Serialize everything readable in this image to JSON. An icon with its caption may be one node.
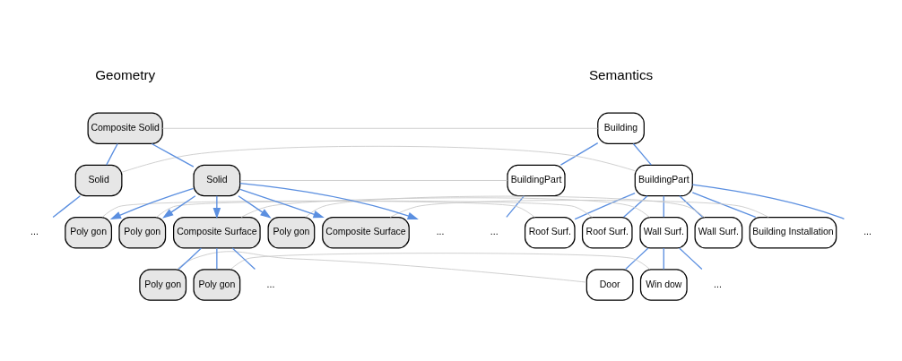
{
  "diagram": {
    "nodes": [
      {
        "text": [
          "Building"
        ]
      },
      {
        "text": [
          "BuildingPart"
        ]
      },
      {
        "text": [
          "BuildingPart"
        ]
      },
      {
        "text": [
          "Roof Surf."
        ]
      },
      {
        "text": [
          "Roof Surf."
        ]
      },
      {
        "text": [
          "Wall Surf."
        ]
      },
      {
        "text": [
          "Wall Surf."
        ]
      },
      {
        "text": [
          "Building Installation"
        ]
      },
      {
        "text": [
          "Door"
        ]
      },
      {
        "text": [
          "Win dow"
        ]
      },
      {
        "text": [
          "Composite Solid"
        ]
      },
      {
        "text": [
          "Solid"
        ]
      },
      {
        "text": [
          "Solid"
        ]
      },
      {
        "text": [
          "Poly gon"
        ]
      },
      {
        "text": [
          "Poly gon"
        ]
      },
      {
        "text": [
          "Composite Surface"
        ]
      },
      {
        "text": [
          "Poly gon"
        ]
      },
      {
        "text": [
          "Composite Surface"
        ]
      },
      {
        "text": [
          "Poly gon"
        ]
      },
      {
        "text": [
          "Poly gon"
        ]
      },
      {
        "text": [
          "..."
        ]
      },
      {
        "text": [
          "..."
        ]
      },
      {
        "text": [
          "..."
        ]
      },
      {
        "text": [
          "..."
        ]
      },
      {
        "text": [
          "..."
        ]
      },
      {
        "text": [
          "..."
        ]
      }
    ],
    "edges": [
      {
        "from": 0,
        "to": 1,
        "arrow": "none"
      },
      {
        "from": 0,
        "to": 2,
        "arrow": "none"
      },
      {
        "from": 1,
        "to": 20,
        "arrow": "none"
      },
      {
        "from": 2,
        "to": 3,
        "arrow": "none"
      },
      {
        "from": 2,
        "to": 4,
        "arrow": "none"
      },
      {
        "from": 2,
        "to": 5,
        "arrow": "none"
      },
      {
        "from": 2,
        "to": 6,
        "arrow": "none"
      },
      {
        "from": 2,
        "to": 7,
        "arrow": "none"
      },
      {
        "from": 2,
        "to": 21,
        "arrow": "none"
      },
      {
        "from": 5,
        "to": 8,
        "arrow": "none"
      },
      {
        "from": 5,
        "to": 9,
        "arrow": "none"
      },
      {
        "from": 5,
        "to": 22,
        "arrow": "none"
      },
      {
        "from": 10,
        "to": 11,
        "arrow": "none"
      },
      {
        "from": 10,
        "to": 12,
        "arrow": "none"
      },
      {
        "from": 11,
        "to": 23,
        "arrow": "none"
      },
      {
        "from": 12,
        "to": 13,
        "arrow": "to"
      },
      {
        "from": 12,
        "to": 14,
        "arrow": "to"
      },
      {
        "from": 12,
        "to": 15,
        "arrow": "to"
      },
      {
        "from": 12,
        "to": 16,
        "arrow": "to"
      },
      {
        "from": 12,
        "to": 17,
        "arrow": "to"
      },
      {
        "from": 12,
        "to": 24,
        "arrow": "to"
      },
      {
        "from": 15,
        "to": 18,
        "arrow": "none"
      },
      {
        "from": 15,
        "to": 19,
        "arrow": "none"
      },
      {
        "from": 15,
        "to": 25,
        "arrow": "none"
      },
      {
        "from": 0,
        "to": 10,
        "arrow": "none",
        "color": "#c8c8c8"
      },
      {
        "from": 1,
        "to": 12,
        "arrow": "none",
        "color": "#c8c8c8"
      },
      {
        "from": 2,
        "to": 11,
        "arrow": "none",
        "color": "#c8c8c8"
      },
      {
        "from": 3,
        "to": 13,
        "arrow": "none",
        "color": "#c8c8c8"
      },
      {
        "from": 4,
        "to": 14,
        "arrow": "none",
        "color": "#c8c8c8"
      },
      {
        "from": 5,
        "to": 15,
        "arrow": "none",
        "color": "#c8c8c8"
      },
      {
        "from": 6,
        "to": 16,
        "arrow": "none",
        "color": "#c8c8c8"
      },
      {
        "from": 7,
        "to": 17,
        "arrow": "none",
        "color": "#c8c8c8"
      },
      {
        "from": 8,
        "to": 18,
        "arrow": "none",
        "color": "#c8c8c8"
      },
      {
        "from": 9,
        "to": 19,
        "arrow": "none",
        "color": "#c8c8c8"
      }
    ],
    "labels": [
      "Semantics",
      "Geometry"
    ]
  }
}
